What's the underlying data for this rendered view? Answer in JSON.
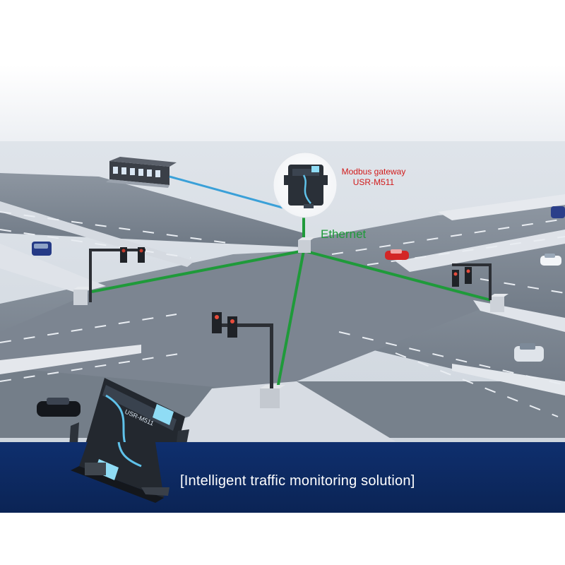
{
  "gateway": {
    "label_line1": "Modbus gateway",
    "label_line2": "USR-M511",
    "device_model_text": "USR-M511"
  },
  "network": {
    "link_label": "Ethernet",
    "link_color": "#1f9a3a",
    "control_link_color": "#3aa0d8"
  },
  "banner": {
    "caption": "[Intelligent traffic monitoring solution]",
    "background_color": "#0d2a63"
  },
  "product": {
    "model_text": "USR-M511"
  },
  "icons": [
    "control-center-icon",
    "gateway-device-icon",
    "traffic-light-icon",
    "car-icon",
    "junction-box-icon"
  ]
}
